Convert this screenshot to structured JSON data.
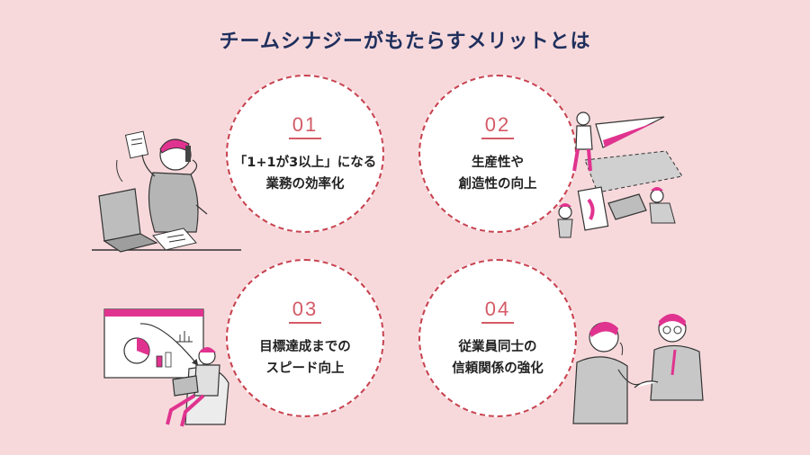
{
  "title": "チームシナジーがもたらすメリットとは",
  "items": [
    {
      "number": "01",
      "line1": "「1+1が3以上」になる",
      "line2": "業務の効率化"
    },
    {
      "number": "02",
      "line1": "生産性や",
      "line2": "創造性の向上"
    },
    {
      "number": "03",
      "line1": "目標達成までの",
      "line2": "スピード向上"
    },
    {
      "number": "04",
      "line1": "従業員同士の",
      "line2": "信頼関係の強化"
    }
  ],
  "colors": {
    "background": "#f7d9dc",
    "accent": "#e0338f",
    "dashed_border": "#c8424f",
    "title": "#1f2f5c"
  }
}
